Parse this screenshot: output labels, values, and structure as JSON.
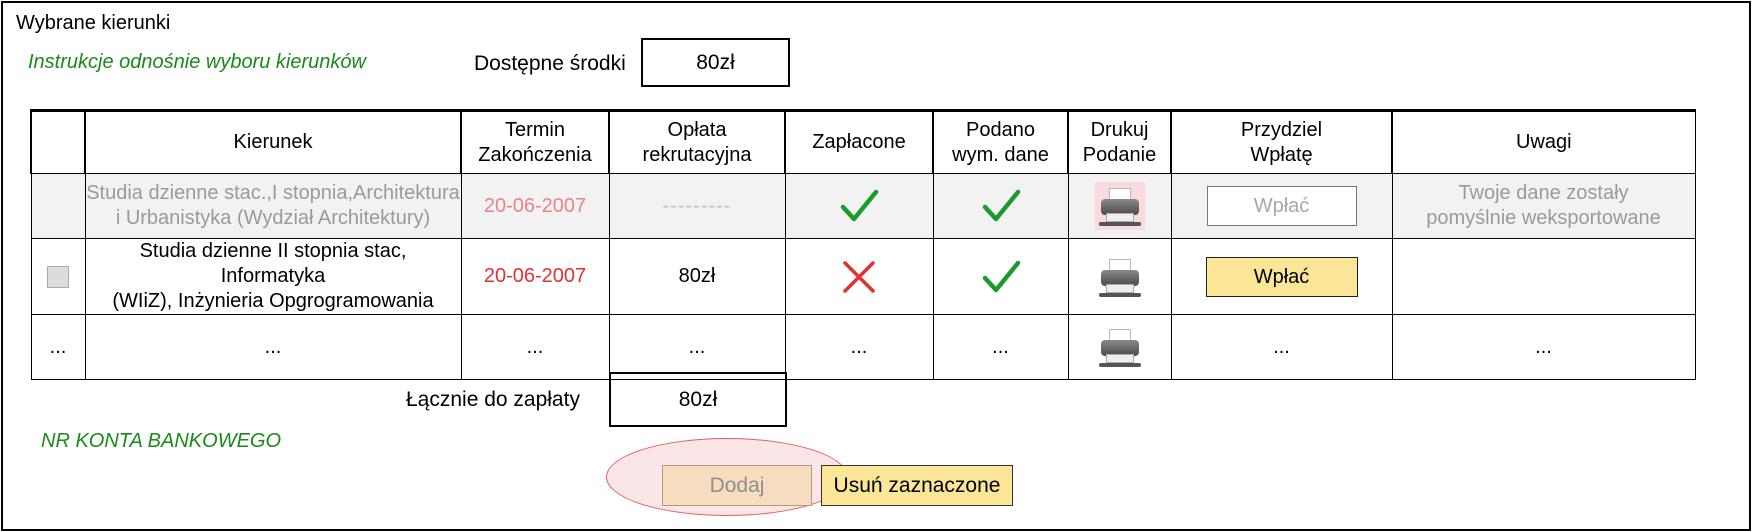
{
  "panel": {
    "title": "Wybrane kierunki",
    "instructions_link": "Instrukcje odnośnie wyboru kierunków",
    "available_funds_label": "Dostępne środki",
    "available_funds_value": "80zł"
  },
  "table": {
    "headers": {
      "select": "",
      "kierunek": "Kierunek",
      "termin_line1": "Termin",
      "termin_line2": "Zakończenia",
      "oplata_line1": "Opłata",
      "oplata_line2": "rekrutacyjna",
      "zaplacone": "Zapłacone",
      "podano_line1": "Podano",
      "podano_line2": "wym. dane",
      "drukuj_line1": "Drukuj",
      "drukuj_line2": "Podanie",
      "przydziel_line1": "Przydziel",
      "przydziel_line2": "Wpłatę",
      "uwagi": "Uwagi"
    },
    "rows": [
      {
        "kierunek_line1": "Studia dzienne stac.,I stopnia,Architektura",
        "kierunek_line2": "i Urbanistyka (Wydział Architektury)",
        "termin": "20-06-2007",
        "oplata": "---------",
        "zaplacone_icon": "check-icon",
        "podano_icon": "check-icon",
        "print_icon": "printer-icon",
        "pay_label": "Wpłać",
        "uwagi_line1": "Twoje dane zostały",
        "uwagi_line2": "pomyślnie weksportowane"
      },
      {
        "kierunek_line1": "Studia dzienne II stopnia stac, Informatyka",
        "kierunek_line2": "(WIiZ), Inżynieria Opgrogramowania",
        "termin": "20-06-2007",
        "oplata": "80zł",
        "zaplacone_icon": "cross-icon",
        "podano_icon": "check-icon",
        "print_icon": "printer-icon",
        "pay_label": "Wpłać",
        "uwagi": ""
      },
      {
        "select": "...",
        "kierunek": "...",
        "termin": "...",
        "oplata": "...",
        "zaplacone": "...",
        "podano": "...",
        "print_icon": "printer-icon",
        "przydziel": "...",
        "uwagi": "..."
      }
    ]
  },
  "totals": {
    "label": "Łącznie do zapłaty",
    "value": "80zł"
  },
  "bank_account_label": "NR KONTA BANKOWEGO",
  "actions": {
    "add_label": "Dodaj",
    "remove_selected_label": "Usuń zaznaczone"
  },
  "colors": {
    "link_green": "#1a8a1a",
    "date_red": "#e43030",
    "check_green": "#1a9a2a",
    "cross_red": "#e53030",
    "button_yellow": "#fbe596"
  }
}
